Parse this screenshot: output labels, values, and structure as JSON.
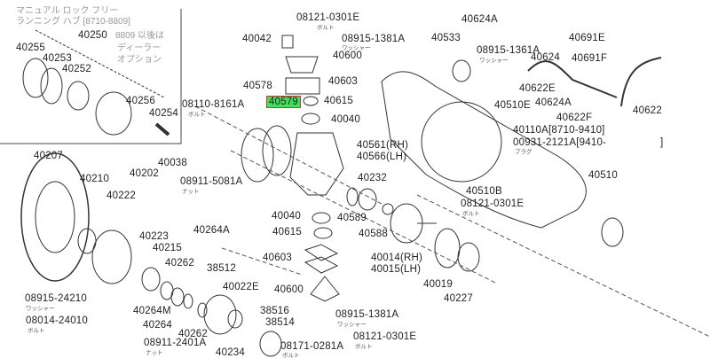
{
  "inset": {
    "title_line1": "マニュアル ロック フリー",
    "title_line2": "ランニング ハブ [8710-8809]",
    "note_line1": "8809 以後は",
    "note_line2": "ディーラー",
    "note_line3": "オプション",
    "parts": [
      "40250",
      "40255",
      "40253",
      "40252",
      "40256",
      "40254"
    ]
  },
  "highlighted_part": "40579",
  "parts": [
    "08110-8161A",
    "40578",
    "40042",
    "08121-0301E",
    "08915-1381A",
    "40600",
    "40603",
    "40615",
    "40040",
    "40561(RH)",
    "40566(LH)",
    "40533",
    "08915-1361A",
    "40624A",
    "40691E",
    "40624",
    "40691F",
    "40622E",
    "40510E",
    "40624A",
    "40622F",
    "40622",
    "40110A[8710-9410]",
    "00931-2121A[9410-",
    "]",
    "40510",
    "40038",
    "08911-5081A",
    "40207",
    "40202",
    "40210",
    "40222",
    "40223",
    "40215",
    "40262",
    "40264A",
    "38512",
    "40022E",
    "40264M",
    "40264",
    "40262",
    "08915-24210",
    "08014-24010",
    "08911-2401A",
    "40234",
    "38516",
    "38514",
    "08171-0281A",
    "08121-0301E",
    "08915-1381A",
    "40600",
    "40603",
    "40615",
    "40040",
    "40589",
    "40232",
    "40588",
    "40014(RH)",
    "40015(LH)",
    "40019",
    "40227",
    "40510B",
    "08121-0301E"
  ],
  "part_notes": {
    "bolt": "ボルト",
    "washer": "ワッシャー",
    "nut": "ナット",
    "plug": "プラグ"
  },
  "colors": {
    "highlight": "#3fe05a",
    "highlight_border": "#cc3333",
    "line": "#333333"
  }
}
